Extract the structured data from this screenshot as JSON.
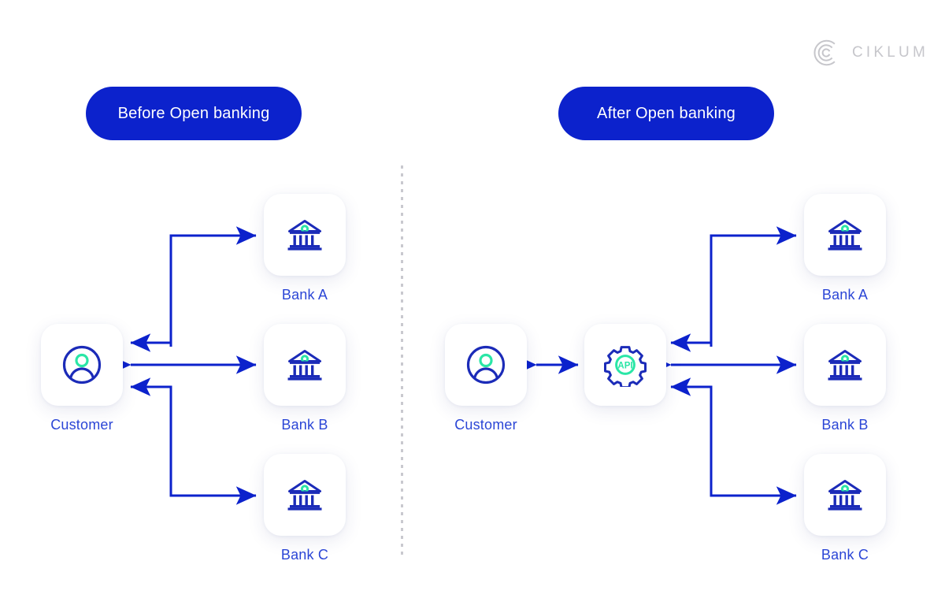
{
  "brand": {
    "name": "CIKLUM",
    "mark_icon": "ciklum-c-logo-icon"
  },
  "colors": {
    "primary_blue": "#0C22CC",
    "label_blue": "#2B46D6",
    "accent_green": "#2AE6A6",
    "divider_gray": "#C9C9CF",
    "logo_gray": "#C6C6CB",
    "background": "#FFFFFF"
  },
  "panels": [
    {
      "id": "before",
      "title": "Before Open banking",
      "nodes": [
        {
          "id": "customer",
          "label": "Customer",
          "icon": "customer-avatar-icon"
        },
        {
          "id": "bank_a",
          "label": "Bank A",
          "icon": "bank-building-icon"
        },
        {
          "id": "bank_b",
          "label": "Bank B",
          "icon": "bank-building-icon"
        },
        {
          "id": "bank_c",
          "label": "Bank C",
          "icon": "bank-building-icon"
        }
      ],
      "connections": [
        {
          "from": "customer",
          "to": "bank_a",
          "direction": "both"
        },
        {
          "from": "customer",
          "to": "bank_b",
          "direction": "both"
        },
        {
          "from": "customer",
          "to": "bank_c",
          "direction": "both"
        }
      ]
    },
    {
      "id": "after",
      "title": "After Open banking",
      "nodes": [
        {
          "id": "customer",
          "label": "Customer",
          "icon": "customer-avatar-icon"
        },
        {
          "id": "api",
          "label": "API",
          "icon": "api-gear-icon"
        },
        {
          "id": "bank_a",
          "label": "Bank A",
          "icon": "bank-building-icon"
        },
        {
          "id": "bank_b",
          "label": "Bank B",
          "icon": "bank-building-icon"
        },
        {
          "id": "bank_c",
          "label": "Bank C",
          "icon": "bank-building-icon"
        }
      ],
      "connections": [
        {
          "from": "customer",
          "to": "api",
          "direction": "both"
        },
        {
          "from": "api",
          "to": "bank_a",
          "direction": "both"
        },
        {
          "from": "api",
          "to": "bank_b",
          "direction": "both"
        },
        {
          "from": "api",
          "to": "bank_c",
          "direction": "both"
        }
      ]
    }
  ],
  "divider": {
    "style": "dotted-vertical"
  }
}
